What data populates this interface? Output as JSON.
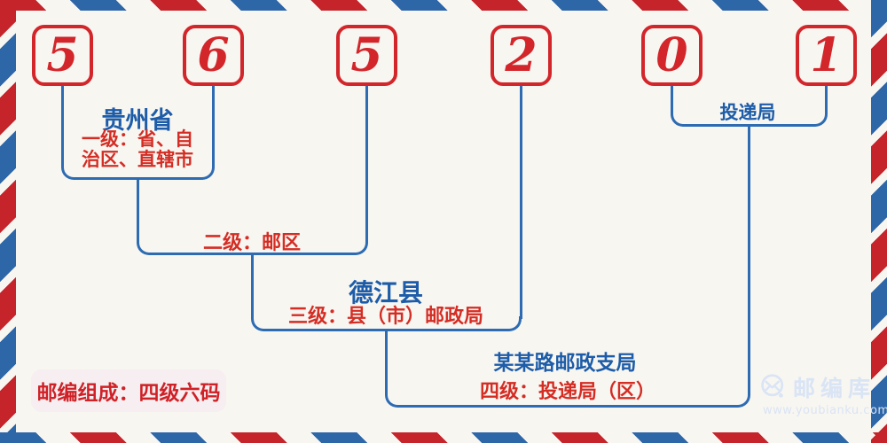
{
  "postal_code": {
    "digits": [
      "5",
      "6",
      "5",
      "2",
      "0",
      "1"
    ]
  },
  "annotations": {
    "level1_place": "贵州省",
    "level1_desc": "一级：省、自治区、直辖市",
    "level2_desc": "二级：邮区",
    "level3_place": "德江县",
    "level3_desc": "三级：县（市）邮政局",
    "level4_place": "某某路邮政支局",
    "level4_desc": "四级：投递局（区）",
    "delivery_office_label": "投递局"
  },
  "badge": {
    "text": "邮编组成：四级六码"
  },
  "watermark": {
    "brand": "邮编库",
    "url": "www.youbianku.com",
    "icon": "envelope-logo-icon"
  },
  "colors": {
    "background": "#f8f6f1",
    "box_red": "#d2262b",
    "stripe_red": "#c5242b",
    "stripe_blue": "#2e67a8",
    "line_blue": "#2d6bb2",
    "label_blue": "#1d5ca8",
    "label_red": "#d42d24",
    "badge_bg": "#f6eef0",
    "watermark_blue": "#d9e4f5"
  }
}
